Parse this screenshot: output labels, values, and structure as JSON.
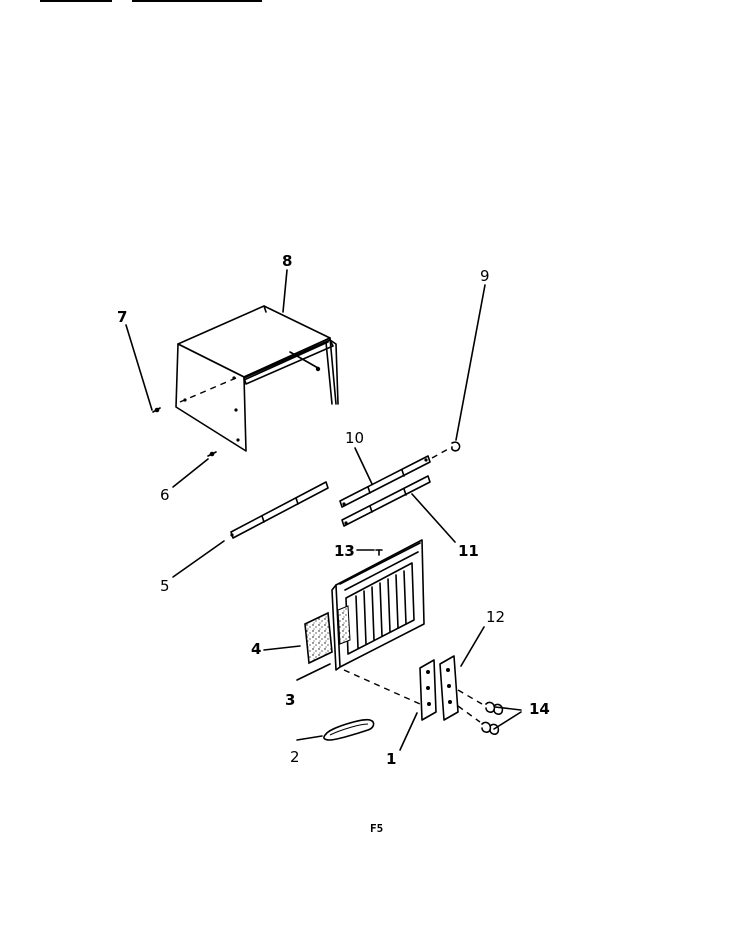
{
  "diagram": {
    "caption": "F5",
    "callouts": {
      "c1": "1",
      "c2": "2",
      "c3": "3",
      "c4": "4",
      "c5": "5",
      "c6": "6",
      "c7": "7",
      "c8": "8",
      "c9": "9",
      "c10": "10",
      "c11": "11",
      "c12": "12",
      "c13": "13",
      "c14": "14"
    }
  }
}
